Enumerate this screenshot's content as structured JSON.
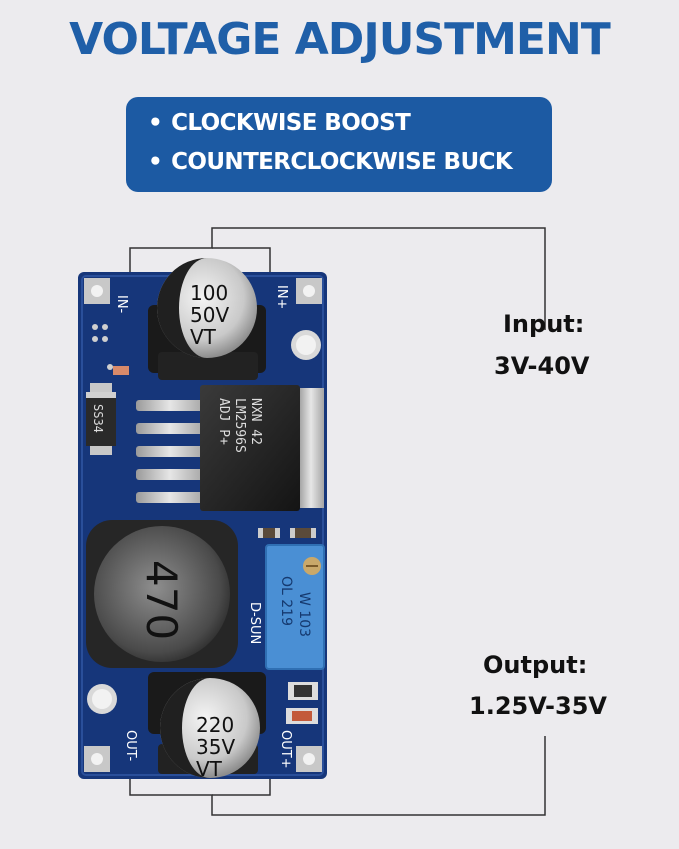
{
  "title": "VOLTAGE ADJUSTMENT",
  "features": [
    {
      "bullet": "•",
      "text": "CLOCKWISE BOOST"
    },
    {
      "bullet": "•",
      "text": "COUNTERCLOCKWISE BUCK"
    }
  ],
  "input": {
    "label": "Input:",
    "value": "3V-40V"
  },
  "output": {
    "label": "Output:",
    "value": "1.25V-35V"
  },
  "board": {
    "in_minus": "IN-",
    "in_plus": "IN+",
    "out_minus": "OUT-",
    "out_plus": "OUT+",
    "input_cap": [
      "100",
      "50V",
      "VT"
    ],
    "output_cap": [
      "220",
      "35V",
      "VT"
    ],
    "chip": [
      "NXN 42",
      "LM2596S",
      "ADJ P+"
    ],
    "diode": "SS34",
    "inductor": "470",
    "pot": [
      "W 103",
      "OL 219"
    ],
    "brand": "D-SUN"
  },
  "colors": {
    "accent": "#1f5fa8",
    "box": "#1c5aa3",
    "pcb": "#16367a"
  }
}
